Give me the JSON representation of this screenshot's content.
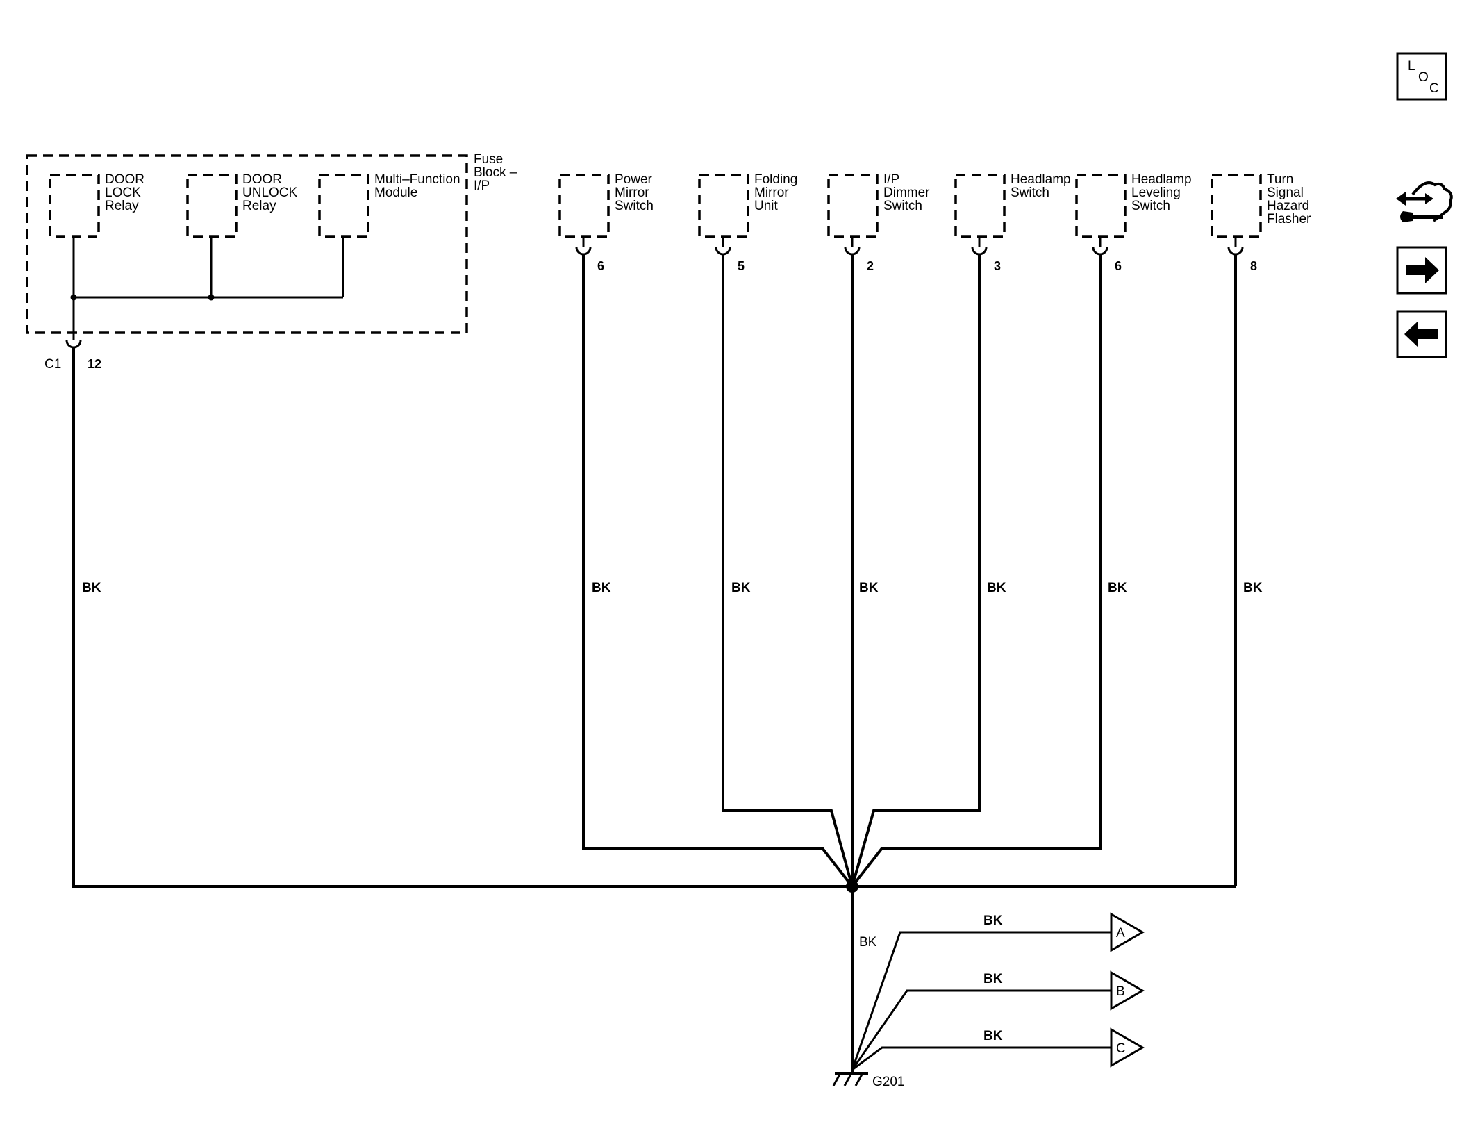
{
  "fuse_block": {
    "label_lines": [
      "Fuse",
      "Block –",
      "I/P"
    ],
    "connector": "C1",
    "pin": "12",
    "wire_color": "BK",
    "components": [
      {
        "id": "door-lock-relay",
        "lines": [
          "DOOR",
          "LOCK",
          "Relay"
        ]
      },
      {
        "id": "door-unlock-relay",
        "lines": [
          "DOOR",
          "UNLOCK",
          "Relay"
        ]
      },
      {
        "id": "multi-function-module",
        "lines": [
          "Multi–Function",
          "Module"
        ]
      }
    ]
  },
  "components": [
    {
      "id": "power-mirror-switch",
      "lines": [
        "Power",
        "Mirror",
        "Switch"
      ],
      "pin": "6",
      "wire_color": "BK"
    },
    {
      "id": "folding-mirror-unit",
      "lines": [
        "Folding",
        "Mirror",
        "Unit"
      ],
      "pin": "5",
      "wire_color": "BK"
    },
    {
      "id": "ip-dimmer-switch",
      "lines": [
        "I/P",
        "Dimmer",
        "Switch"
      ],
      "pin": "2",
      "wire_color": "BK"
    },
    {
      "id": "headlamp-switch",
      "lines": [
        "Headlamp",
        "Switch"
      ],
      "pin": "3",
      "wire_color": "BK"
    },
    {
      "id": "headlamp-leveling-switch",
      "lines": [
        "Headlamp",
        "Leveling",
        "Switch"
      ],
      "pin": "6",
      "wire_color": "BK"
    },
    {
      "id": "turn-signal-hazard-flasher",
      "lines": [
        "Turn",
        "Signal",
        "Hazard",
        "Flasher"
      ],
      "pin": "8",
      "wire_color": "BK"
    }
  ],
  "ground": {
    "name": "G201",
    "trunk_wire_color": "BK",
    "outputs": [
      {
        "id": "A",
        "label": "A",
        "wire_color": "BK"
      },
      {
        "id": "B",
        "label": "B",
        "wire_color": "BK"
      },
      {
        "id": "C",
        "label": "C",
        "wire_color": "BK"
      }
    ]
  },
  "side_icons": {
    "loc": {
      "letters": [
        "L",
        "O",
        "C"
      ],
      "icon": "loc-icon"
    },
    "connector_icon": "connector-wrench-icon",
    "next_icon": "arrow-right-icon",
    "prev_icon": "arrow-left-icon"
  }
}
